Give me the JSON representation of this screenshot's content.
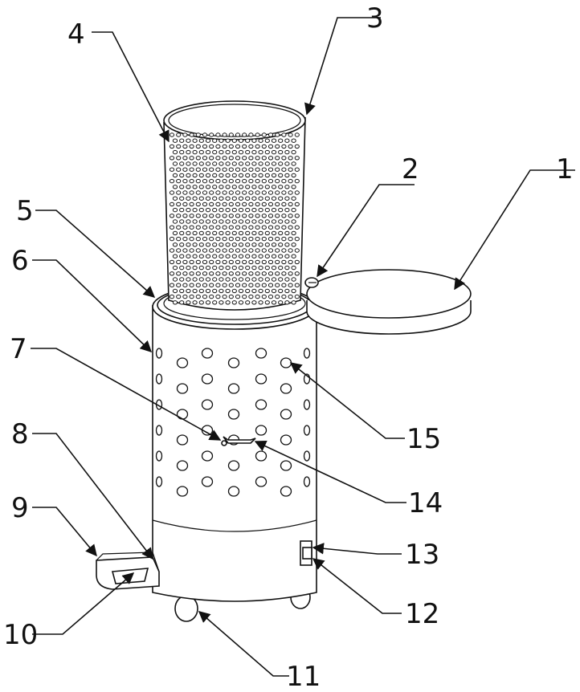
{
  "labels": [
    {
      "id": "l1",
      "text": "1"
    },
    {
      "id": "l2",
      "text": "2"
    },
    {
      "id": "l3",
      "text": "3"
    },
    {
      "id": "l4",
      "text": "4"
    },
    {
      "id": "l5",
      "text": "5"
    },
    {
      "id": "l6",
      "text": "6"
    },
    {
      "id": "l7",
      "text": "7"
    },
    {
      "id": "l8",
      "text": "8"
    },
    {
      "id": "l9",
      "text": "9"
    },
    {
      "id": "l10",
      "text": "10"
    },
    {
      "id": "l11",
      "text": "11"
    },
    {
      "id": "l12",
      "text": "12"
    },
    {
      "id": "l13",
      "text": "13"
    },
    {
      "id": "l14",
      "text": "14"
    },
    {
      "id": "l15",
      "text": "15"
    }
  ]
}
